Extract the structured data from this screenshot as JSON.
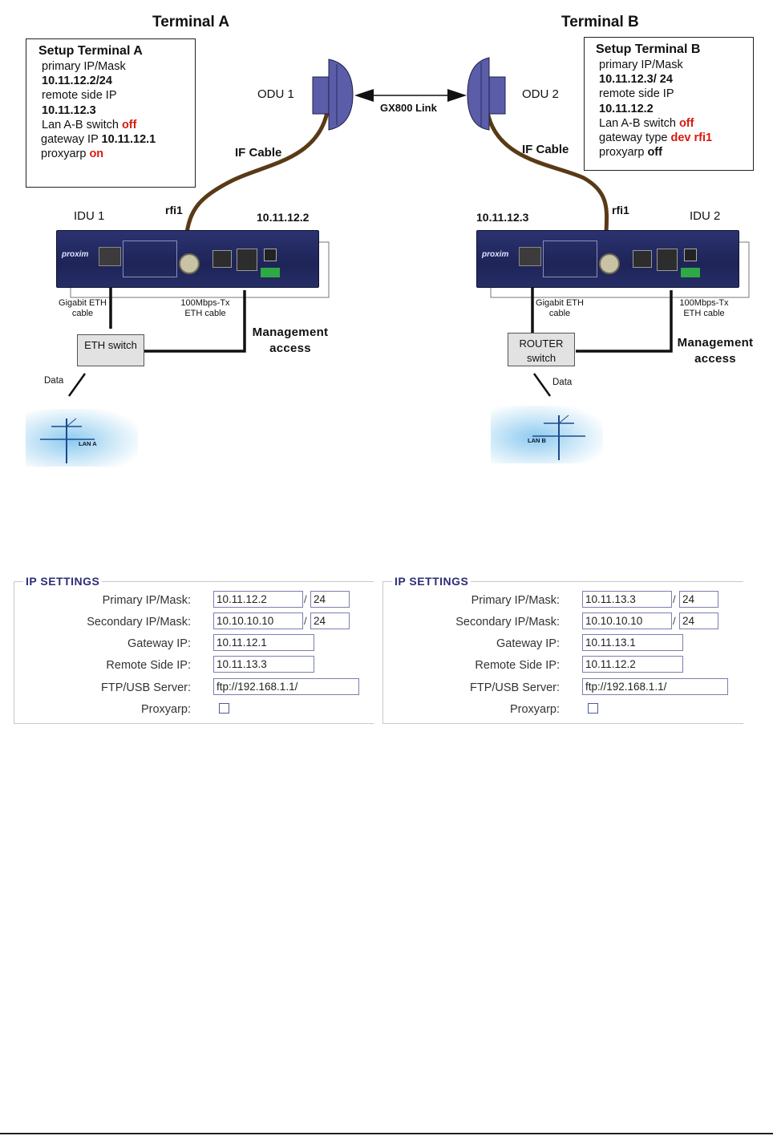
{
  "terminal_a": {
    "title": "Terminal A",
    "setup": {
      "heading": "Setup Terminal A",
      "primary_label": "primary IP/Mask",
      "primary_value": "10.11.12.2/24",
      "remote_label": "remote side IP",
      "remote_value": "10.11.12.3",
      "lan_switch_label": "Lan A-B switch",
      "lan_switch_value": "off",
      "gateway_label": "gateway IP",
      "gateway_value": "10.11.12.1",
      "proxyarp_label": "proxyarp",
      "proxyarp_value": "on"
    },
    "odu_label": "ODU 1",
    "if_cable_label": "IF Cable",
    "idu_label": "IDU 1",
    "rfi_label": "rfi1",
    "idu_ip": "10.11.12.2",
    "gig_cable_label": "Gigabit ETH cable",
    "mgmt_cable_label": "100Mbps-Tx ETH cable",
    "switch_label": "ETH switch",
    "mgmt_label": "Management access",
    "data_label": "Data",
    "lan_label": "LAN A"
  },
  "terminal_b": {
    "title": "Terminal B",
    "setup": {
      "heading": "Setup Terminal B",
      "primary_label": "primary IP/Mask",
      "primary_value": "10.11.12.3/ 24",
      "remote_label": "remote side IP",
      "remote_value": "10.11.12.2",
      "lan_switch_label": "Lan A-B switch",
      "lan_switch_value": "off",
      "gateway_label": "gateway type",
      "gateway_value": "dev rfi1",
      "proxyarp_label": "proxyarp",
      "proxyarp_value": "off"
    },
    "odu_label": "ODU 2",
    "if_cable_label": "IF Cable",
    "idu_label": "IDU 2",
    "rfi_label": "rfi1",
    "idu_ip": "10.11.12.3",
    "gig_cable_label": "Gigabit ETH cable",
    "mgmt_cable_label": "100Mbps-Tx ETH cable",
    "switch_label": "ROUTER switch",
    "mgmt_label": "Management access",
    "data_label": "Data",
    "lan_label": "LAN B"
  },
  "link_label": "GX800 Link",
  "device_logo": "proxim",
  "colors": {
    "highlight_red": "#d81a0e",
    "cable_brown": "#5a3a16",
    "odu_purple": "#5b5da8",
    "idu_navy": "#242b64",
    "legend_navy": "#2d2d7a"
  },
  "ip_settings": [
    {
      "legend": "IP SETTINGS",
      "primary_label": "Primary IP/Mask:",
      "primary_ip": "10.11.12.2",
      "primary_mask": "24",
      "secondary_label": "Secondary IP/Mask:",
      "secondary_ip": "10.10.10.10",
      "secondary_mask": "24",
      "gateway_label": "Gateway IP:",
      "gateway_ip": "10.11.12.1",
      "remote_label": "Remote Side IP:",
      "remote_ip": "10.11.13.3",
      "ftp_label": "FTP/USB Server:",
      "ftp_value": "ftp://192.168.1.1/",
      "proxyarp_label": "Proxyarp:",
      "proxyarp_checked": false
    },
    {
      "legend": "IP SETTINGS",
      "primary_label": "Primary IP/Mask:",
      "primary_ip": "10.11.13.3",
      "primary_mask": "24",
      "secondary_label": "Secondary IP/Mask:",
      "secondary_ip": "10.10.10.10",
      "secondary_mask": "24",
      "gateway_label": "Gateway IP:",
      "gateway_ip": "10.11.13.1",
      "remote_label": "Remote Side IP:",
      "remote_ip": "10.11.12.2",
      "ftp_label": "FTP/USB Server:",
      "ftp_value": "ftp://192.168.1.1/",
      "proxyarp_label": "Proxyarp:",
      "proxyarp_checked": false
    }
  ]
}
